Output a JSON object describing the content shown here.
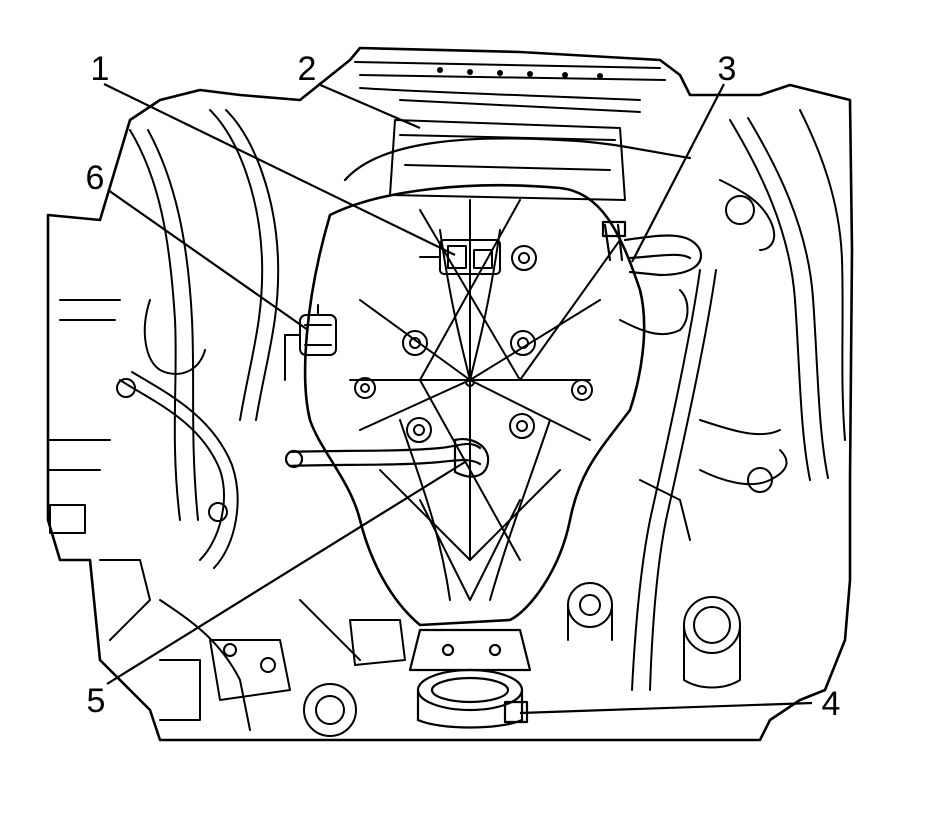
{
  "figure": {
    "callouts": [
      {
        "number": "1"
      },
      {
        "number": "2"
      },
      {
        "number": "3"
      },
      {
        "number": "4"
      },
      {
        "number": "5"
      },
      {
        "number": "6"
      }
    ]
  }
}
